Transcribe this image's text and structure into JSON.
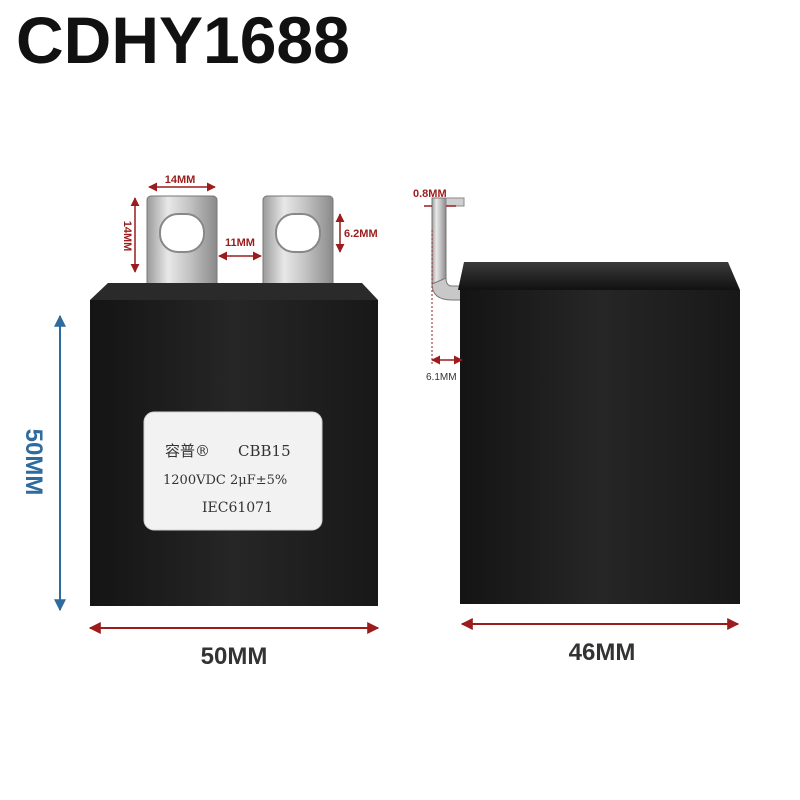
{
  "title": "CDHY1688",
  "label": {
    "brand": "容普®",
    "model": "CBB15",
    "rating": "1200VDC  2μF±5%",
    "standard": "IEC61071"
  },
  "dimensions": {
    "height": "50MM",
    "width": "50MM",
    "depth": "46MM",
    "terminal_width": "14MM",
    "terminal_height": "14MM",
    "terminal_spacing": "11MM",
    "hole_size": "6.2MM",
    "terminal_thickness": "0.8MM",
    "terminal_offset": "6.1MM"
  },
  "colors": {
    "dim_red": "#9b1c1c",
    "dim_blue": "#2e6b9e",
    "body": "#1c1c1c"
  }
}
